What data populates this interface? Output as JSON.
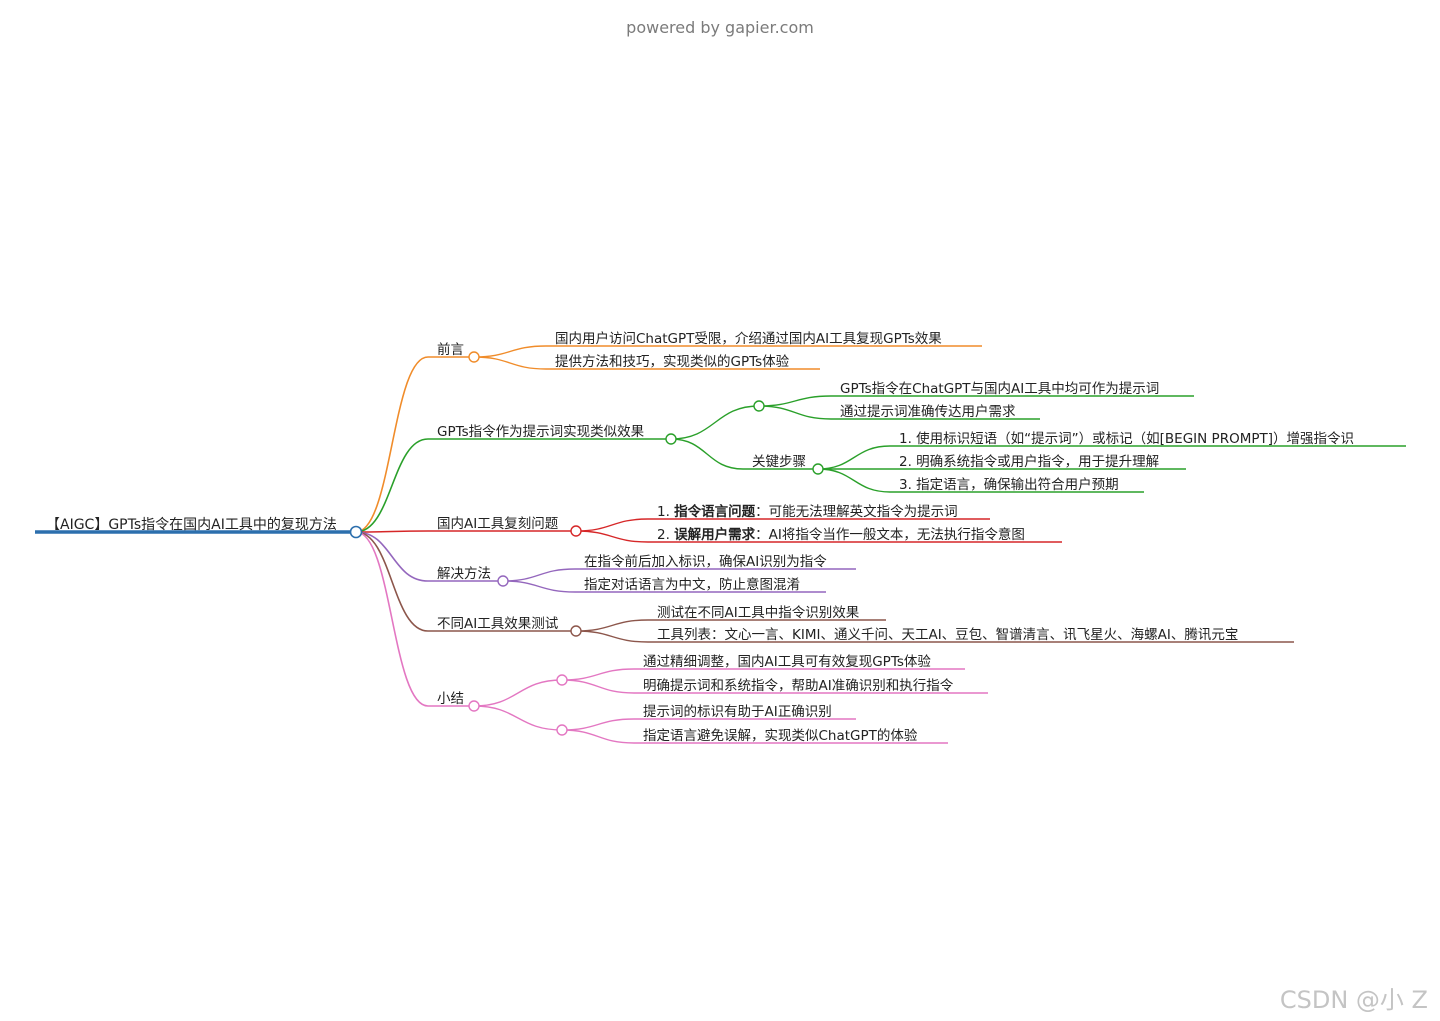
{
  "header": {
    "powered_by": "powered by gapier.com"
  },
  "watermark": "CSDN @小 Z",
  "colors": {
    "root": "#2c6fad",
    "preface": "#f08c2a",
    "gpts": "#2aa02a",
    "issues": "#d62728",
    "solutions": "#9467bd",
    "tests": "#8c564b",
    "summary": "#e377c2"
  },
  "mindmap": {
    "root": "【AIGC】GPTs指令在国内AI工具中的复现方法",
    "branches": {
      "preface": {
        "label": "前言",
        "items": [
          "国内用户访问ChatGPT受限，介绍通过国内AI工具复现GPTs效果",
          "提供方法和技巧，实现类似的GPTs体验"
        ]
      },
      "gpts": {
        "label": "GPTs指令作为提示词实现类似效果",
        "group1": [
          "GPTs指令在ChatGPT与国内AI工具中均可作为提示词",
          "通过提示词准确传达用户需求"
        ],
        "key_steps": {
          "label": "关键步骤",
          "items": [
            "1. 使用标识短语（如“提示词”）或标记（如[BEGIN PROMPT]）增强指令识",
            "2. 明确系统指令或用户指令，用于提升理解",
            "3. 指定语言，确保输出符合用户预期"
          ]
        }
      },
      "issues": {
        "label": "国内AI工具复刻问题",
        "items": [
          {
            "prefix": "1. ",
            "bold": "指令语言问题",
            "rest": "：可能无法理解英文指令为提示词"
          },
          {
            "prefix": "2. ",
            "bold": "误解用户需求",
            "rest": "：AI将指令当作一般文本，无法执行指令意图"
          }
        ]
      },
      "solutions": {
        "label": "解决方法",
        "items": [
          "在指令前后加入标识，确保AI识别为指令",
          "指定对话语言为中文，防止意图混淆"
        ]
      },
      "tests": {
        "label": "不同AI工具效果测试",
        "items": [
          "测试在不同AI工具中指令识别效果",
          "工具列表：文心一言、KIMI、通义千问、天工AI、豆包、智谱清言、讯飞星火、海螺AI、腾讯元宝"
        ]
      },
      "summary": {
        "label": "小结",
        "group1": [
          "通过精细调整，国内AI工具可有效复现GPTs体验",
          "明确提示词和系统指令，帮助AI准确识别和执行指令"
        ],
        "group2": [
          "提示词的标识有助于AI正确识别",
          "指定语言避免误解，实现类似ChatGPT的体验"
        ]
      }
    }
  }
}
